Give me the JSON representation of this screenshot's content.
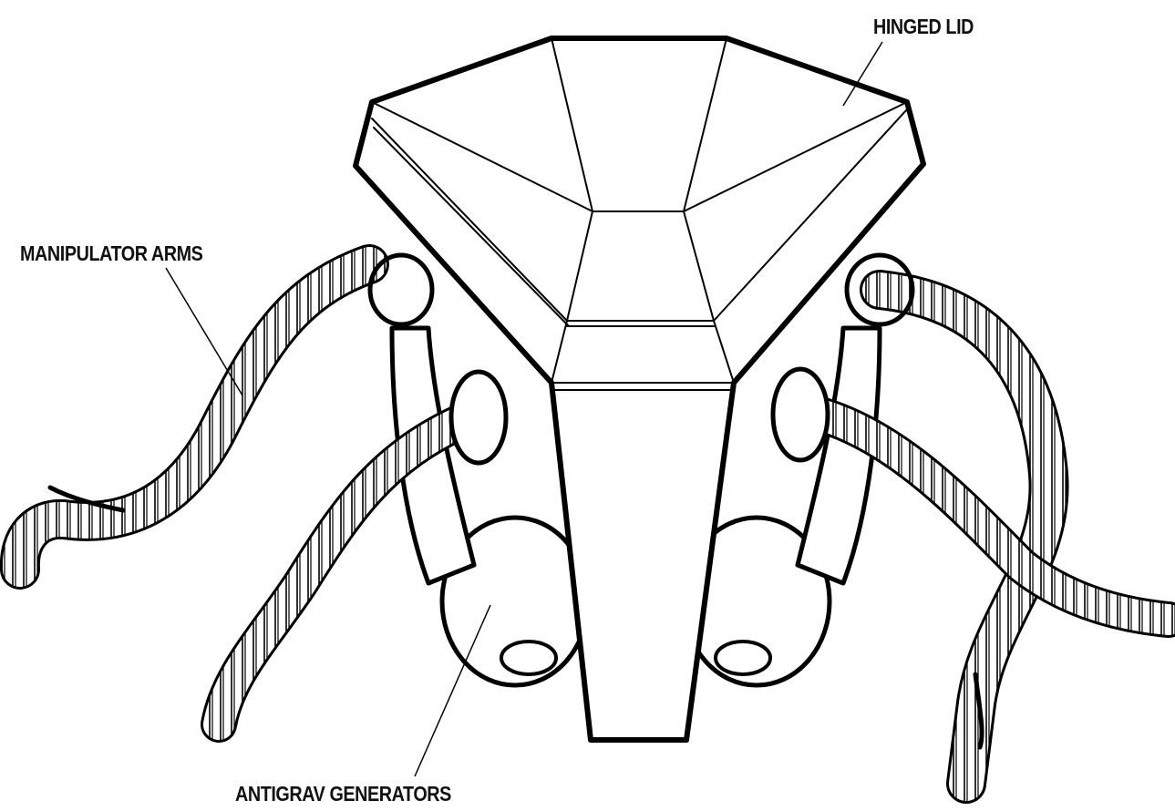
{
  "labels": {
    "hinged_lid": "HINGED LID",
    "manipulator_arms": "MANIPULATOR ARMS",
    "antigrav_generators": "ANTIGRAV GENERATORS"
  },
  "colors": {
    "ink": "#000000",
    "paper": "#ffffff"
  }
}
